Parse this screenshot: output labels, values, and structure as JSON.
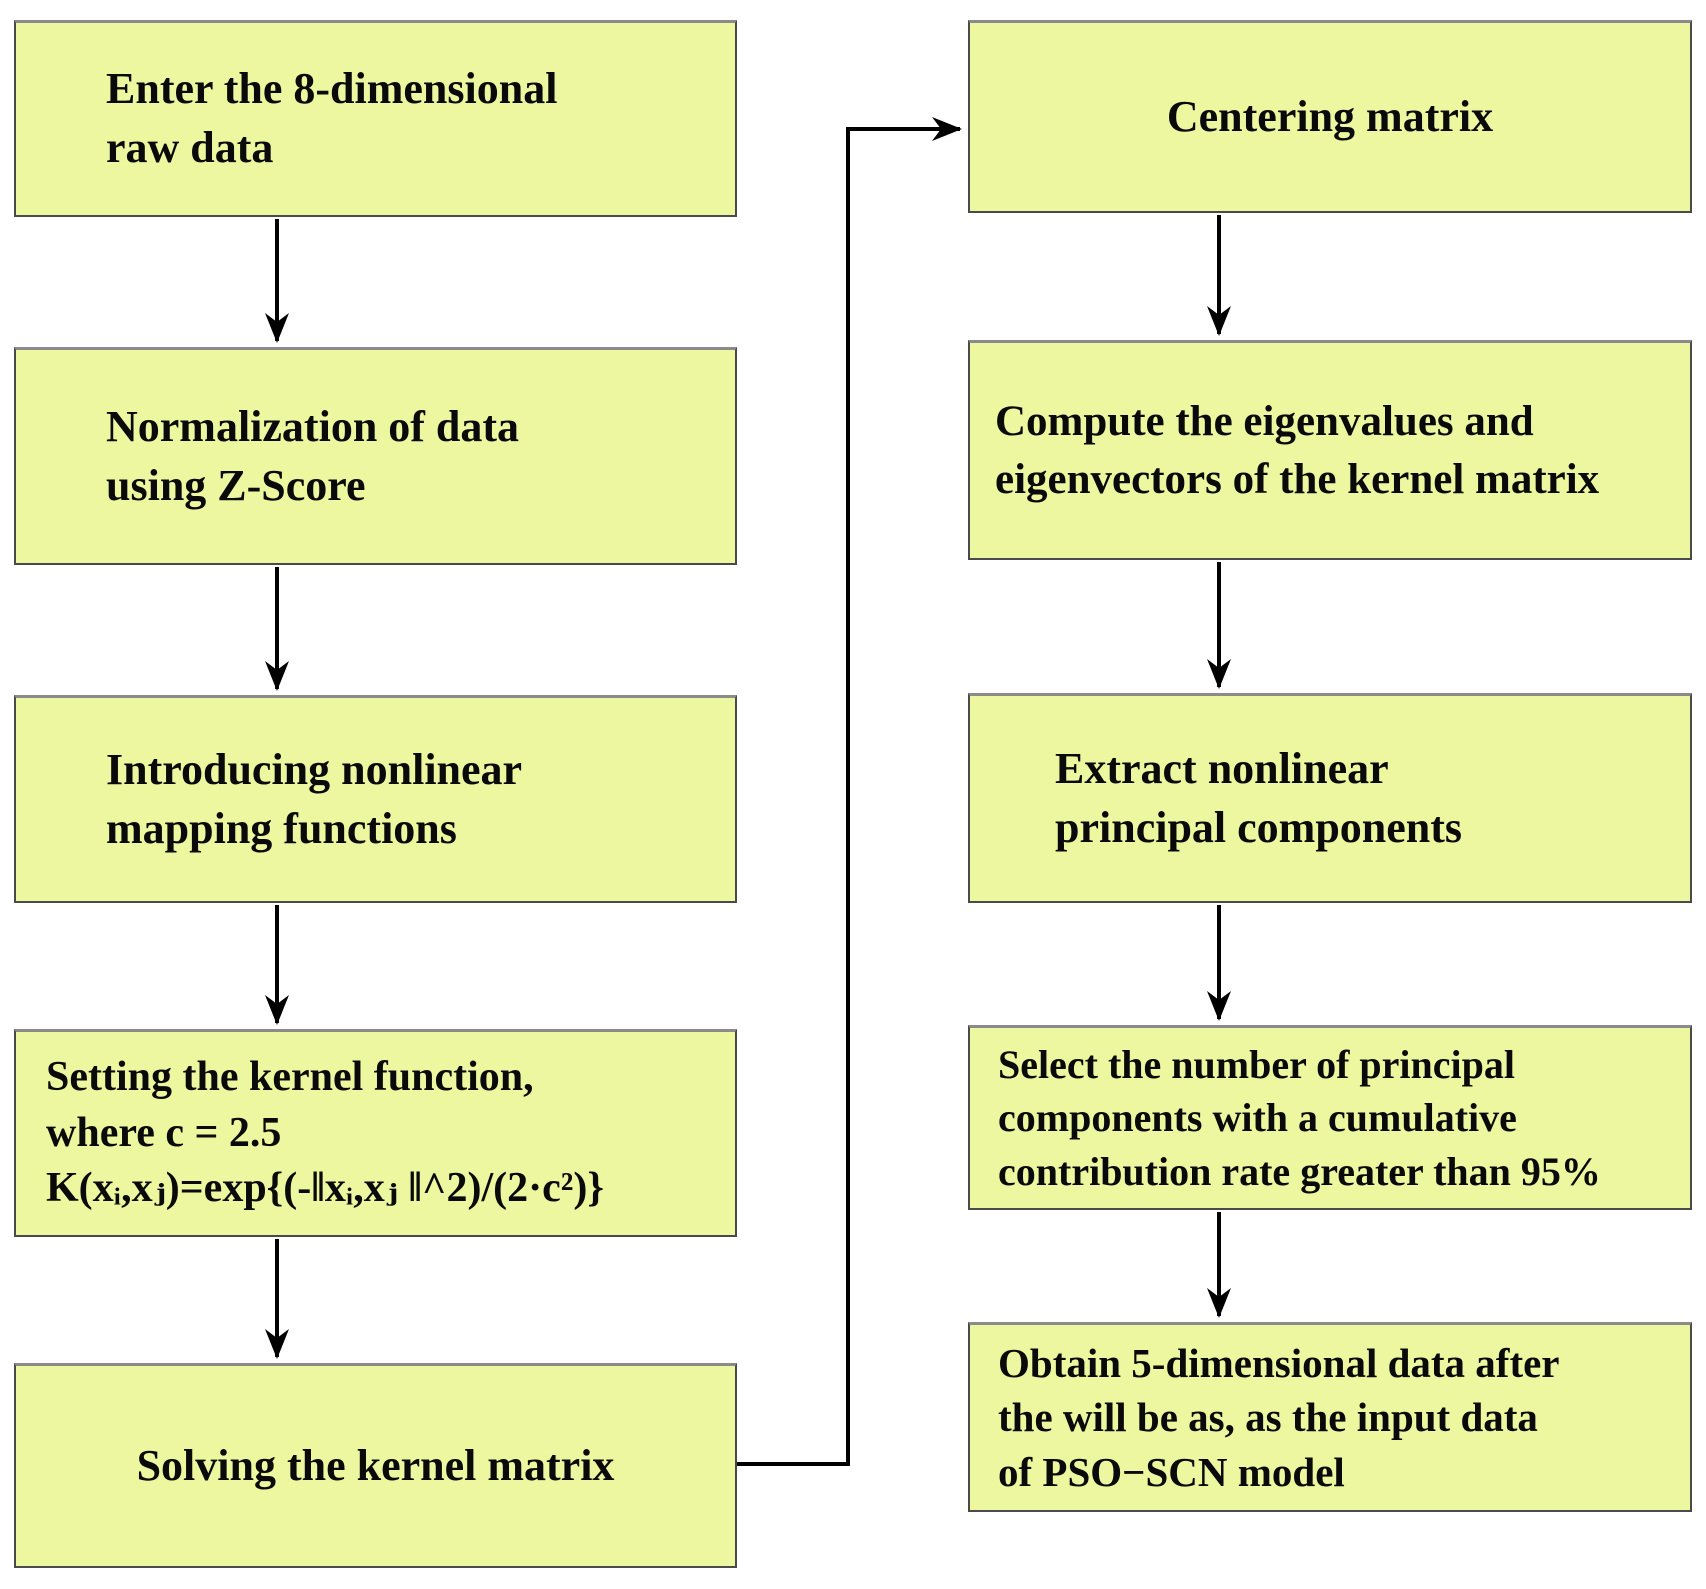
{
  "diagram_type": "flowchart",
  "colors": {
    "box_fill": "#edf79f",
    "box_border": "#4a4a4a",
    "arrow": "#000000",
    "background": "#ffffff"
  },
  "boxes": {
    "left": [
      {
        "id": "enter-raw-data",
        "text": "Enter the 8-dimensional\nraw data"
      },
      {
        "id": "normalization-zscore",
        "text": "Normalization of data\nusing Z-Score"
      },
      {
        "id": "nonlinear-mapping",
        "text": "Introducing nonlinear\nmapping functions"
      },
      {
        "id": "kernel-function",
        "text": "Setting the kernel function,\nwhere c = 2.5\nK(xᵢ,xⱼ)=exp{(-‖xᵢ,xⱼ ‖^2)/(2·c²)}"
      },
      {
        "id": "solve-kernel-matrix",
        "text": "Solving the kernel matrix"
      }
    ],
    "right": [
      {
        "id": "centering-matrix",
        "text": "Centering matrix"
      },
      {
        "id": "compute-eigen",
        "text": "Compute the eigenvalues and\neigenvectors of the kernel matrix"
      },
      {
        "id": "extract-components",
        "text": "Extract nonlinear\nprincipal components"
      },
      {
        "id": "select-components",
        "text": "Select the number of principal\ncomponents with a cumulative\ncontribution rate greater than 95%"
      },
      {
        "id": "obtain-output",
        "text": "Obtain 5-dimensional data after\nthe will be as, as the input data\nof PSO−SCN model"
      }
    ]
  }
}
